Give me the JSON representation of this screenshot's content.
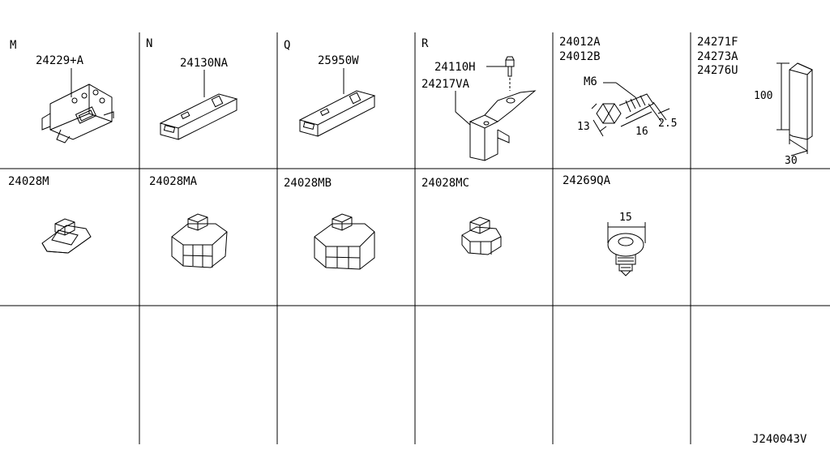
{
  "diagram_id": "J240043V",
  "cells": [
    {
      "letter": "M",
      "parts": [
        "24229+A"
      ]
    },
    {
      "letter": "N",
      "parts": [
        "24130NA"
      ]
    },
    {
      "letter": "Q",
      "parts": [
        "25950W"
      ]
    },
    {
      "letter": "R",
      "parts": [
        "24110H",
        "24217VA"
      ]
    },
    {
      "letter": "",
      "parts": [
        "24012A",
        "24012B"
      ],
      "callout": "M6",
      "dims": [
        "13",
        "16",
        "2.5"
      ]
    },
    {
      "letter": "",
      "parts": [
        "24271F",
        "24273A",
        "24276U"
      ],
      "dims": [
        "100",
        "30"
      ]
    },
    {
      "letter": "",
      "parts": [
        "24028M"
      ]
    },
    {
      "letter": "",
      "parts": [
        "24028MA"
      ]
    },
    {
      "letter": "",
      "parts": [
        "24028MB"
      ]
    },
    {
      "letter": "",
      "parts": [
        "24028MC"
      ]
    },
    {
      "letter": "",
      "parts": [
        "24269QA"
      ],
      "dims": [
        "15"
      ]
    }
  ]
}
